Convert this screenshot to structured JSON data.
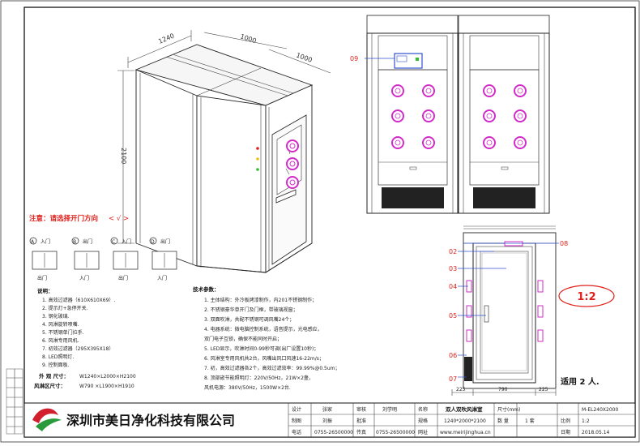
{
  "dimensions": {
    "width_top": "1240",
    "depth_top": "1000",
    "depth_right": "1000",
    "height": "2100"
  },
  "callouts": {
    "c09_top": "09",
    "c08": "08",
    "c02": "02",
    "c03": "03",
    "c04": "04",
    "c05": "05",
    "c06": "06",
    "c07": "07"
  },
  "bottom_dims": {
    "left": "225",
    "mid": "790",
    "right": "225"
  },
  "note_red": "注意：请选择开门方向",
  "note_red_tail": "< √ >",
  "door_options": [
    {
      "letter": "A",
      "left": "入门",
      "right": "出门"
    },
    {
      "letter": "B",
      "left": "出门",
      "right": "入门"
    },
    {
      "letter": "C",
      "left": "入门",
      "right": "出门"
    },
    {
      "letter": "D",
      "left": "出门",
      "right": "入门"
    }
  ],
  "desc_title": "说明：",
  "desc_items": [
    "1. 高效过滤器（610X610X69）.",
    "2. 提示灯+急停开关.",
    "3. 钢化玻璃.",
    "4. 风淋旋转喷嘴.",
    "5. 不锈钢单门拉手.",
    "6. 风淋专用风机.",
    "7. 初效过滤器（295X395X18）",
    "8. LED照明灯.",
    "9. 控制面板."
  ],
  "size_rows": [
    {
      "label": "外 观  尺寸：",
      "value": "W1240×L2000×H2100"
    },
    {
      "label": "风淋区尺寸：",
      "value": "W790 ×L1900×H1910"
    }
  ],
  "tech_title": "技术参数：",
  "tech_items": [
    "1. 主体结构：外冷板烤漆制作，内201不锈钢制作；",
    "2. 不锈钢豪华单开门及门框，带玻璃视窗；",
    "3. 双面吹淋，共配不锈钢可调风嘴24个；",
    "4. 电器系统：微电脑控制系统，语音提示，光电感应，",
    "   双门电子互锁，确保不能同时开启；",
    "5. LED显示，吹淋时间0-99秒可调(出厂设置10秒)；",
    "6. 风淋室专用风机共2台，风嘴出风口风速16-22m/s；",
    "7. 初，高效过滤器各2个，高效过滤效率：99.99%@0.5um；",
    "8. 顶部嵌节能照明灯：220V/50Hz，21W×2盏，",
    "   风机电源：380V/50Hz，1500W×2台."
  ],
  "scale": "1:2",
  "capacity": "适用 2 人.",
  "company": "深圳市美日净化科技有限公司",
  "title_block": {
    "r1": [
      "设计",
      "张家",
      "审核",
      "刘学明",
      "名称",
      "双人双吹风淋室",
      "尺寸(mm)",
      "M-EL240X2000"
    ],
    "r2": [
      "制图",
      "刘振",
      "批准",
      "",
      "规格",
      "1240*2000*2100",
      "数 量",
      "1 套",
      "比例",
      "1:2"
    ],
    "r3": [
      "电话",
      "0755-26500000",
      "传真",
      "0755-26500000",
      "网址",
      "www.meirijinghua.cn",
      "日期",
      "2018.05.14"
    ]
  }
}
